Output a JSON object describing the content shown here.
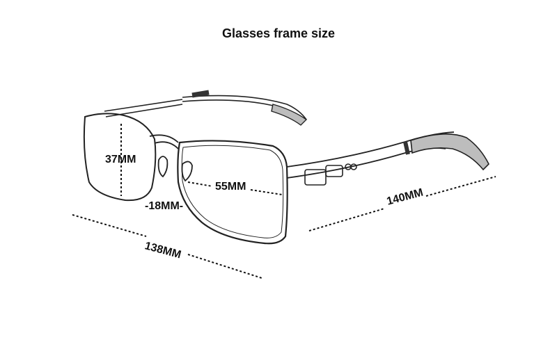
{
  "title": "Glasses frame size",
  "dimensions": {
    "lens_height": "37MM",
    "lens_width": "55MM",
    "bridge_width": "-18MM-",
    "temple_length": "140MM",
    "frame_width": "138MM"
  },
  "colors": {
    "line": "#222222",
    "temple_grey": "#bdbdbd",
    "tip_dark": "#333333"
  }
}
